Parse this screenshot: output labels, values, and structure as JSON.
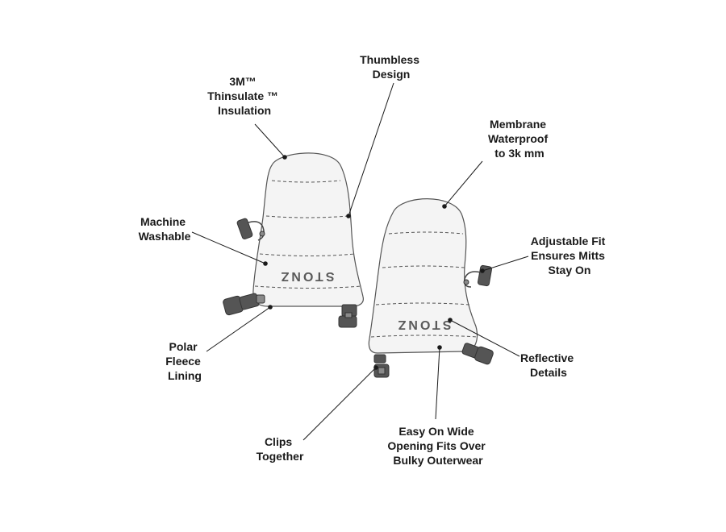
{
  "brand_logo": "STONZ",
  "callouts": [
    {
      "id": "insulation",
      "lines": [
        "3M™",
        "Thinsulate ™",
        "Insulation"
      ]
    },
    {
      "id": "thumbless",
      "lines": [
        "Thumbless",
        "Design"
      ]
    },
    {
      "id": "membrane",
      "lines": [
        "Membrane",
        "Waterproof",
        "to 3k mm"
      ]
    },
    {
      "id": "machine-washable",
      "lines": [
        "Machine",
        "Washable"
      ]
    },
    {
      "id": "adjustable-fit",
      "lines": [
        "Adjustable Fit",
        "Ensures Mitts",
        "Stay On"
      ]
    },
    {
      "id": "reflective",
      "lines": [
        "Reflective",
        "Details"
      ]
    },
    {
      "id": "polar-fleece",
      "lines": [
        "Polar",
        "Fleece",
        "Lining"
      ]
    },
    {
      "id": "clips-together",
      "lines": [
        "Clips",
        "Together"
      ]
    },
    {
      "id": "easy-on",
      "lines": [
        "Easy On Wide",
        "Opening Fits Over",
        "Bulky Outerwear"
      ]
    }
  ]
}
